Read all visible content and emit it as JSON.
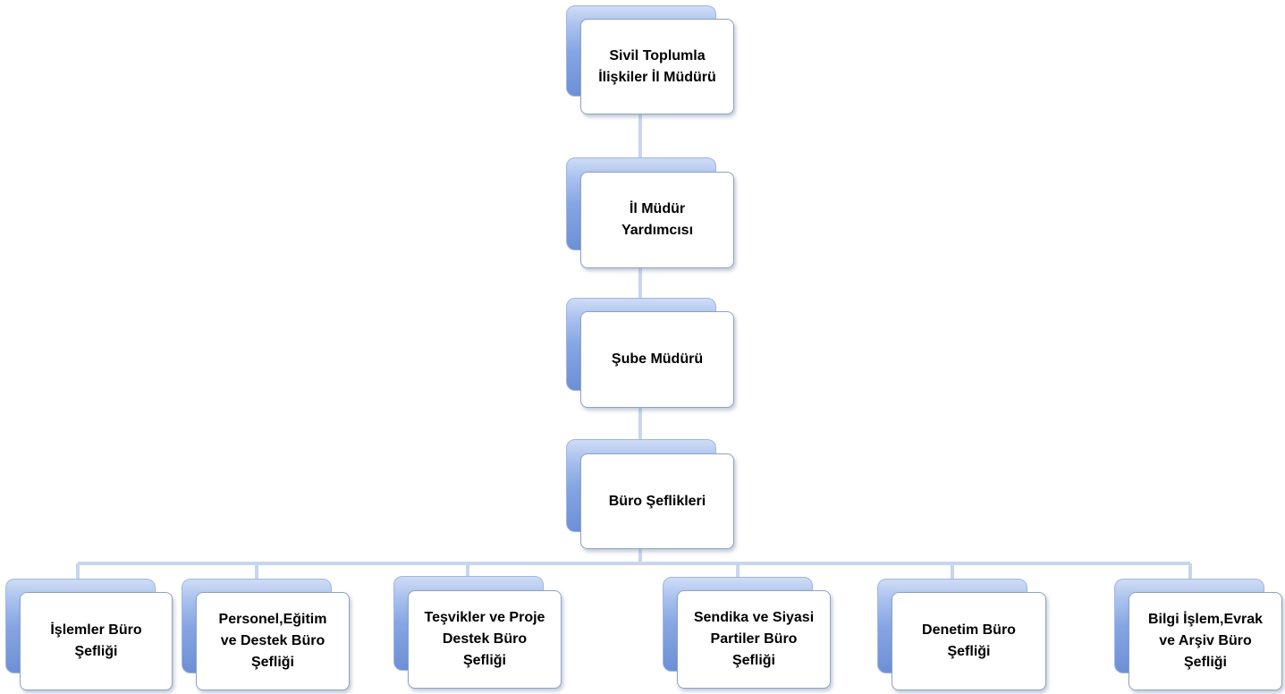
{
  "diagram": {
    "colors": {
      "connector": "#c8d6ee",
      "shadow": "#86a6e3",
      "border": "#8ea2c2"
    },
    "levels": [
      {
        "id": "n1",
        "label": "Sivil Toplumla\nİlişkiler İl Müdürü"
      },
      {
        "id": "n2",
        "label": "İl Müdür\nYardımcısı"
      },
      {
        "id": "n3",
        "label": "Şube Müdürü"
      },
      {
        "id": "n4",
        "label": "Büro Şeflikleri"
      }
    ],
    "children": [
      {
        "id": "c1",
        "label": "İşlemler Büro\nŞefliği"
      },
      {
        "id": "c2",
        "label": "Personel,Eğitim\nve Destek Büro\nŞefliği"
      },
      {
        "id": "c3",
        "label": "Teşvikler ve Proje\nDestek Büro\nŞefliği"
      },
      {
        "id": "c4",
        "label": "Sendika ve Siyasi\nPartiler Büro\nŞefliği"
      },
      {
        "id": "c5",
        "label": "Denetim Büro\nŞefliği"
      },
      {
        "id": "c6",
        "label": "Bilgi İşlem,Evrak\nve Arşiv Büro\nŞefliği"
      }
    ]
  }
}
